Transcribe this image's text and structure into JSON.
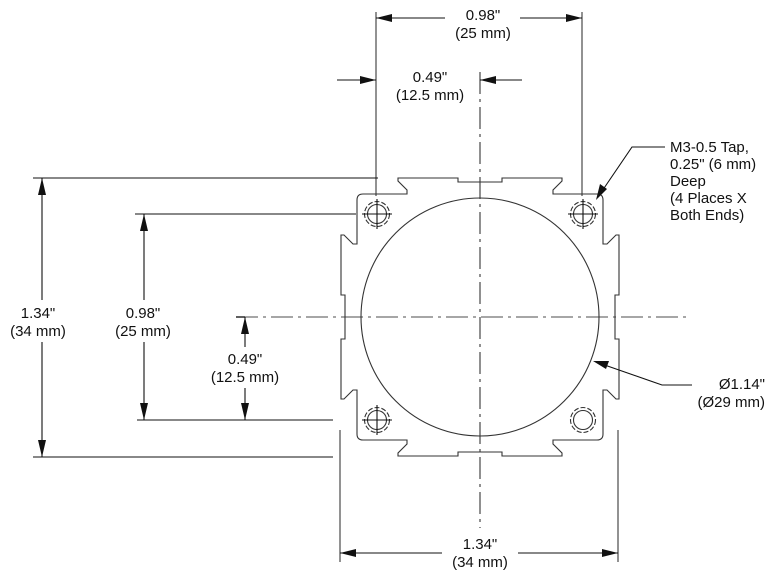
{
  "dimensions": {
    "top_hole_spacing": {
      "inch": "0.98\"",
      "mm": "(25 mm)"
    },
    "top_half_spacing": {
      "inch": "0.49\"",
      "mm": "(12.5 mm)"
    },
    "left_overall": {
      "inch": "1.34\"",
      "mm": "(34 mm)"
    },
    "left_hole_spacing": {
      "inch": "0.98\"",
      "mm": "(25 mm)"
    },
    "left_half_spacing": {
      "inch": "0.49\"",
      "mm": "(12.5 mm)"
    },
    "bottom_overall": {
      "inch": "1.34\"",
      "mm": "(34 mm)"
    }
  },
  "callouts": {
    "tap": [
      "M3-0.5 Tap,",
      "0.25\" (6 mm)",
      "Deep",
      "(4 Places X",
      "Both Ends)"
    ],
    "bore": {
      "inch": "Ø1.14\"",
      "mm": "(Ø29 mm)"
    }
  }
}
